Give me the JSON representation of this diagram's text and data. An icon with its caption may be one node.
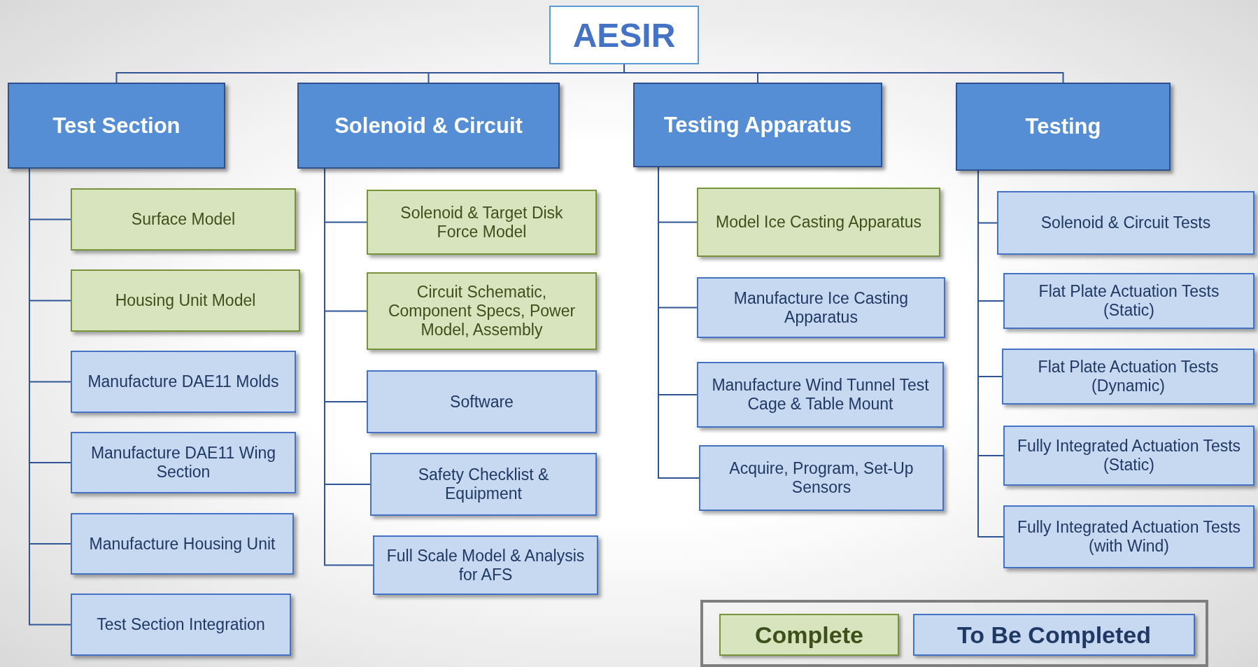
{
  "diagram": {
    "nodes": [
      {
        "text": [
          "AESIR"
        ]
      },
      {
        "text": [
          "Test Section"
        ]
      },
      {
        "text": [
          "Surface Model"
        ]
      },
      {
        "text": [
          "Housing Unit Model"
        ]
      },
      {
        "text": [
          "Manufacture DAE11 Molds"
        ]
      },
      {
        "text": [
          "Manufacture DAE11 Wing Section"
        ]
      },
      {
        "text": [
          "Manufacture Housing Unit"
        ]
      },
      {
        "text": [
          "Test Section Integration"
        ]
      },
      {
        "text": [
          "Solenoid & Circuit"
        ]
      },
      {
        "text": [
          "Solenoid & Target Disk Force Model"
        ]
      },
      {
        "text": [
          "Circuit Schematic, Component Specs, Power Model, Assembly"
        ]
      },
      {
        "text": [
          "Software"
        ]
      },
      {
        "text": [
          "Safety Checklist & Equipment"
        ]
      },
      {
        "text": [
          "Full Scale Model & Analysis for AFS"
        ]
      },
      {
        "text": [
          "Testing Apparatus"
        ]
      },
      {
        "text": [
          "Model Ice Casting Apparatus"
        ]
      },
      {
        "text": [
          "Manufacture Ice Casting Apparatus"
        ]
      },
      {
        "text": [
          "Manufacture Wind Tunnel Test Cage & Table Mount"
        ]
      },
      {
        "text": [
          "Acquire, Program, Set-Up Sensors"
        ]
      },
      {
        "text": [
          "Testing"
        ]
      },
      {
        "text": [
          "Solenoid & Circuit Tests"
        ]
      },
      {
        "text": [
          "Flat Plate Actuation Tests (Static)"
        ]
      },
      {
        "text": [
          "Flat Plate Actuation Tests (Dynamic)"
        ]
      },
      {
        "text": [
          "Fully Integrated Actuation Tests (Static)"
        ]
      },
      {
        "text": [
          "Fully Integrated Actuation Tests (with Wind)"
        ]
      }
    ],
    "edges": [
      {
        "from": 0,
        "to": 1,
        "arrow": "none"
      },
      {
        "from": 0,
        "to": 8,
        "arrow": "none"
      },
      {
        "from": 0,
        "to": 14,
        "arrow": "none"
      },
      {
        "from": 0,
        "to": 19,
        "arrow": "none"
      },
      {
        "from": 1,
        "to": 2,
        "arrow": "none"
      },
      {
        "from": 1,
        "to": 3,
        "arrow": "none"
      },
      {
        "from": 1,
        "to": 4,
        "arrow": "none"
      },
      {
        "from": 1,
        "to": 5,
        "arrow": "none"
      },
      {
        "from": 1,
        "to": 6,
        "arrow": "none"
      },
      {
        "from": 1,
        "to": 7,
        "arrow": "none"
      },
      {
        "from": 8,
        "to": 9,
        "arrow": "none"
      },
      {
        "from": 8,
        "to": 10,
        "arrow": "none"
      },
      {
        "from": 8,
        "to": 11,
        "arrow": "none"
      },
      {
        "from": 8,
        "to": 12,
        "arrow": "none"
      },
      {
        "from": 8,
        "to": 13,
        "arrow": "none"
      },
      {
        "from": 14,
        "to": 15,
        "arrow": "none"
      },
      {
        "from": 14,
        "to": 16,
        "arrow": "none"
      },
      {
        "from": 14,
        "to": 17,
        "arrow": "none"
      },
      {
        "from": 14,
        "to": 18,
        "arrow": "none"
      },
      {
        "from": 19,
        "to": 20,
        "arrow": "none"
      },
      {
        "from": 19,
        "to": 21,
        "arrow": "none"
      },
      {
        "from": 19,
        "to": 22,
        "arrow": "none"
      },
      {
        "from": 19,
        "to": 23,
        "arrow": "none"
      },
      {
        "from": 19,
        "to": 24,
        "arrow": "none"
      }
    ],
    "legend": [
      {
        "text": "Complete",
        "color": "#d7e4bd"
      },
      {
        "text": "To Be Completed",
        "color": "#c6d9f1"
      }
    ]
  }
}
